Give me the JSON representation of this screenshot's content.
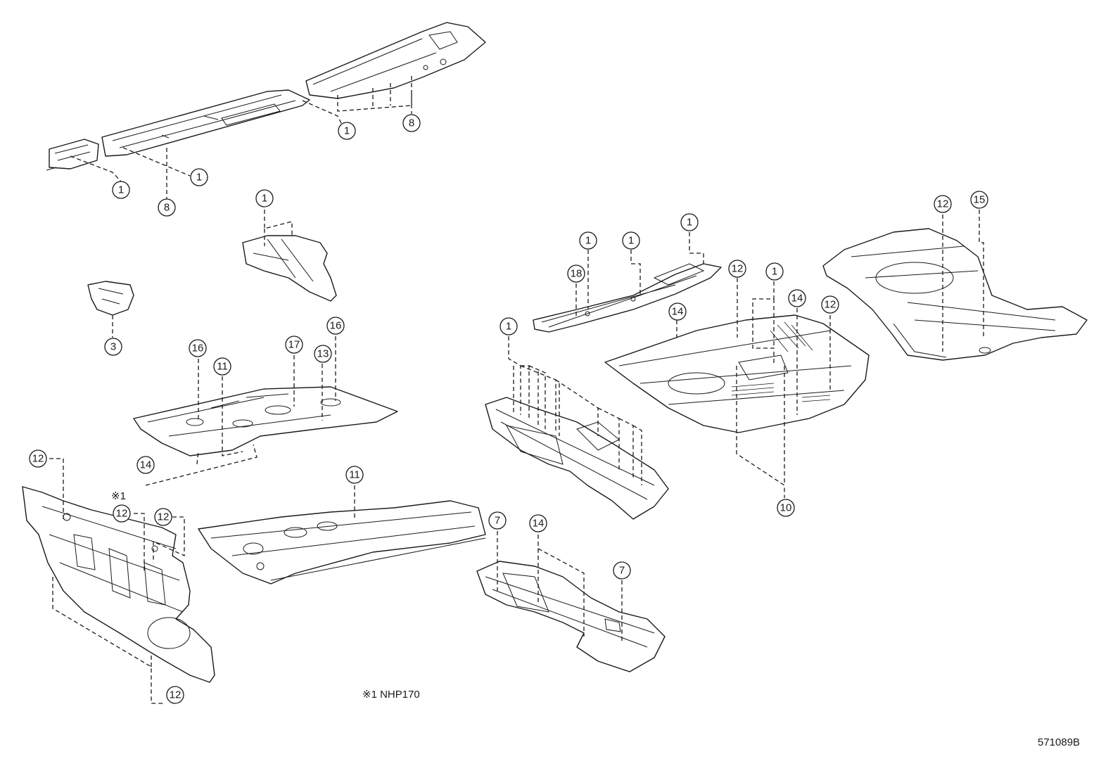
{
  "callouts": [
    {
      "id": "c1",
      "label": "1"
    },
    {
      "id": "c2",
      "label": "8"
    },
    {
      "id": "c3",
      "label": "1"
    },
    {
      "id": "c4",
      "label": "1"
    },
    {
      "id": "c5",
      "label": "8"
    },
    {
      "id": "c6",
      "label": "1"
    },
    {
      "id": "c7",
      "label": "3"
    },
    {
      "id": "c8",
      "label": "16"
    },
    {
      "id": "c9",
      "label": "11"
    },
    {
      "id": "c10",
      "label": "17"
    },
    {
      "id": "c11",
      "label": "13"
    },
    {
      "id": "c12",
      "label": "16"
    },
    {
      "id": "c13",
      "label": "14"
    },
    {
      "id": "c14",
      "label": "12"
    },
    {
      "id": "c15",
      "label": "12"
    },
    {
      "id": "c16",
      "label": "12"
    },
    {
      "id": "c17",
      "label": "12"
    },
    {
      "id": "c18",
      "label": "11"
    },
    {
      "id": "c19",
      "label": "1"
    },
    {
      "id": "c20",
      "label": "1"
    },
    {
      "id": "c21",
      "label": "1"
    },
    {
      "id": "c22",
      "label": "18"
    },
    {
      "id": "c23",
      "label": "1"
    },
    {
      "id": "c24",
      "label": "12"
    },
    {
      "id": "c25",
      "label": "1"
    },
    {
      "id": "c26",
      "label": "14"
    },
    {
      "id": "c27",
      "label": "14"
    },
    {
      "id": "c28",
      "label": "12"
    },
    {
      "id": "c29",
      "label": "10"
    },
    {
      "id": "c30",
      "label": "12"
    },
    {
      "id": "c31",
      "label": "15"
    },
    {
      "id": "c32",
      "label": "7"
    },
    {
      "id": "c33",
      "label": "14"
    },
    {
      "id": "c34",
      "label": "7"
    }
  ],
  "note_marker": "※1",
  "footnote": "※1 NHP170",
  "drawing_number": "571089B"
}
